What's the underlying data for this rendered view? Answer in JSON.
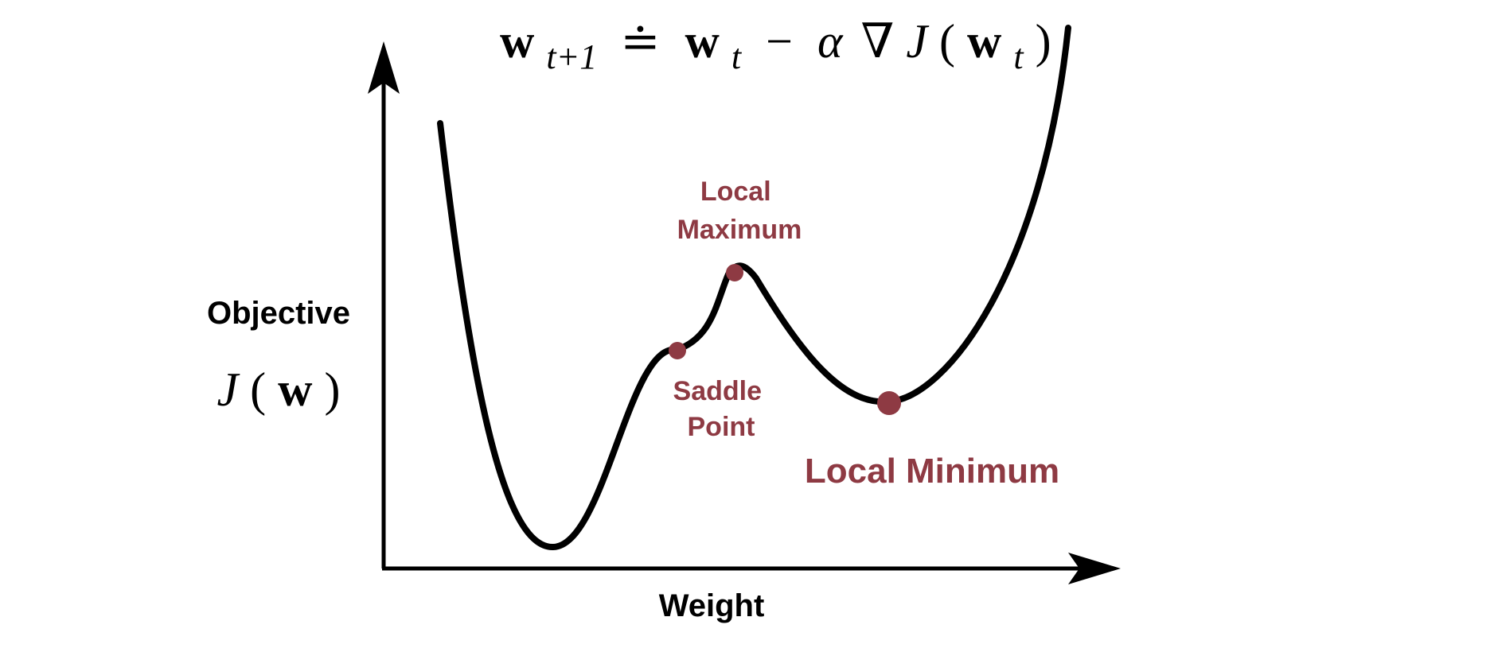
{
  "formula": {
    "w": "w",
    "sub_next": "t+1",
    "assign": "≐",
    "sub_t": "t",
    "minus": "−",
    "alpha": "α",
    "nabla": "∇",
    "J": "J",
    "open_paren": "(",
    "close_paren": ")"
  },
  "y_axis": {
    "label": "Objective",
    "math_J": "J",
    "math_open": "(",
    "math_w": "w",
    "math_close": ")"
  },
  "x_axis": {
    "label": "Weight"
  },
  "points": {
    "local_maximum": [
      "Local",
      "Maximum"
    ],
    "saddle_point": [
      "Saddle",
      "Point"
    ],
    "local_minimum": "Local Minimum"
  },
  "colors": {
    "curve": "#000000",
    "accent": "#8e3a43",
    "axis": "#000000"
  }
}
